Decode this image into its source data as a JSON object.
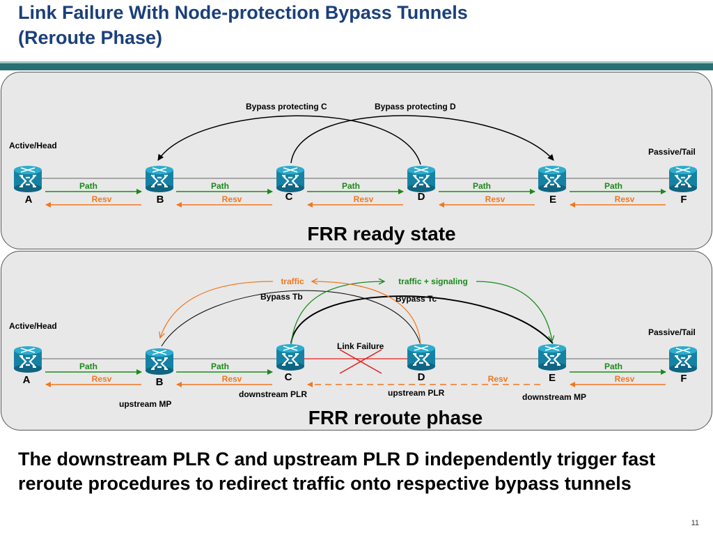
{
  "title": {
    "line1": "Link Failure With Node-protection Bypass Tunnels",
    "line2": "(Reroute Phase)"
  },
  "colors": {
    "router": "#1591b0",
    "path": "#1a8a1a",
    "resv": "#f07820",
    "failure": "#e02020",
    "title_bar": "#2a6f73"
  },
  "nodes": [
    {
      "id": "A",
      "label": "A"
    },
    {
      "id": "B",
      "label": "B"
    },
    {
      "id": "C",
      "label": "C"
    },
    {
      "id": "D",
      "label": "D"
    },
    {
      "id": "E",
      "label": "E"
    },
    {
      "id": "F",
      "label": "F"
    }
  ],
  "ready": {
    "state_label": "FRR ready state",
    "head_label": "Active/Head",
    "tail_label": "Passive/Tail",
    "bypass_c_label": "Bypass protecting C",
    "bypass_d_label": "Bypass protecting D",
    "path_label": "Path",
    "resv_label": "Resv"
  },
  "reroute": {
    "state_label": "FRR reroute phase",
    "head_label": "Active/Head",
    "tail_label": "Passive/Tail",
    "traffic_label": "traffic",
    "traffic_signaling_label": "traffic + signaling",
    "bypass_tb_label": "Bypass Tb",
    "bypass_tc_label": "Bypass Tc",
    "link_failure_label": "Link Failure",
    "upstream_mp_label": "upstream MP",
    "downstream_plr_label": "downstream PLR",
    "upstream_plr_label": "upstream PLR",
    "downstream_mp_label": "downstream MP",
    "path_label": "Path",
    "resv_label": "Resv"
  },
  "footer": {
    "text": "The downstream PLR C and upstream PLR D independently trigger fast reroute procedures to redirect traffic onto respective bypass tunnels"
  },
  "page_number": "11"
}
